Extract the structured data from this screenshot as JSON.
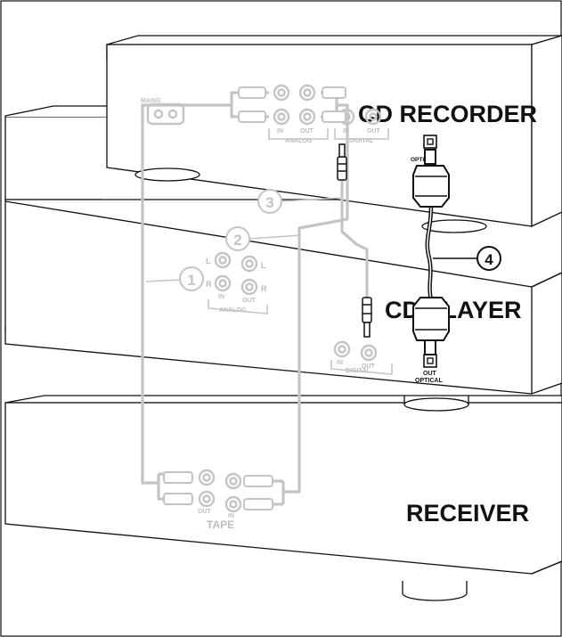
{
  "devices": {
    "cd_recorder": "CD RECORDER",
    "cd_player": "CD PLAYER",
    "receiver": "RECEIVER"
  },
  "recorder_jacks": {
    "mains": "MAINS",
    "in": "IN",
    "out": "OUT",
    "analog": "ANALOG",
    "digital": "DIGITAL",
    "digital_in": "IN",
    "digital_out": "OUT",
    "optical": "OPTICAL"
  },
  "player_jacks": {
    "left": "L",
    "right": "R",
    "left2": "L",
    "right2": "R",
    "in": "IN",
    "out": "OUT",
    "analog": "ANALOG",
    "digital_in": "IN",
    "digital_out": "OUT",
    "digital": "DIGITAL",
    "optical_out": "OUT",
    "optical": "OPTICAL"
  },
  "receiver_jacks": {
    "out": "OUT",
    "in": "IN",
    "tape": "TAPE"
  },
  "callouts": [
    "1",
    "2",
    "3",
    "4"
  ],
  "colors": {
    "cable_gray": "#c4c4c4",
    "cable_black": "#111111",
    "outline": "#111111",
    "faint": "#bdbdbd"
  }
}
